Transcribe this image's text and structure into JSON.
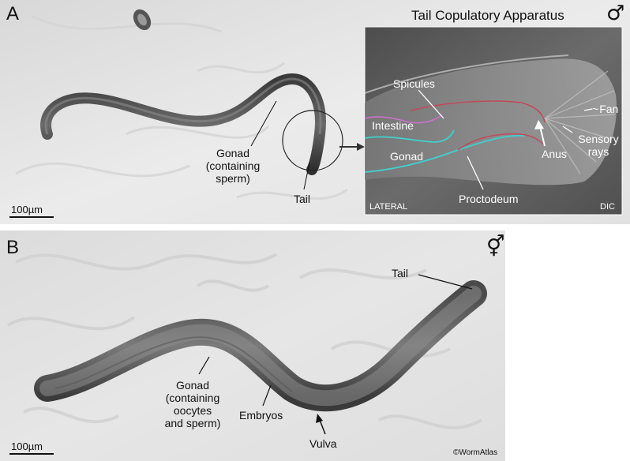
{
  "panel_a": {
    "letter": "A",
    "sex_symbol": "♂",
    "inset_title": "Tail Copulatory Apparatus",
    "labels": {
      "gonad_line1": "Gonad",
      "gonad_line2": "(containing",
      "gonad_line3": "sperm)",
      "tail": "Tail"
    },
    "scale_bar": "100µm",
    "inset": {
      "spicules": "Spicules",
      "intestine": "Intestine",
      "gonad": "Gonad",
      "proctodeum": "Proctodeum",
      "anus": "Anus",
      "fan": "Fan",
      "sensory_rays_line1": "Sensory",
      "sensory_rays_line2": "rays",
      "lateral": "LATERAL",
      "dic": "DIC"
    }
  },
  "panel_b": {
    "letter": "B",
    "sex_symbol": "⚥",
    "labels": {
      "tail": "Tail",
      "gonad_line1": "Gonad",
      "gonad_line2": "(containing",
      "gonad_line3": "oocytes",
      "gonad_line4": "and sperm)",
      "embryos": "Embryos",
      "vulva": "Vulva"
    },
    "scale_bar": "100µm",
    "credit": "©WormAtlas"
  },
  "colors": {
    "background_light": "#e9e9e9",
    "inset_dark": "#5a5a5a",
    "intestine_outline": "#d070d0",
    "gonad_outline": "#40d0d0",
    "proctodeum_outline": "#c04a5a"
  }
}
